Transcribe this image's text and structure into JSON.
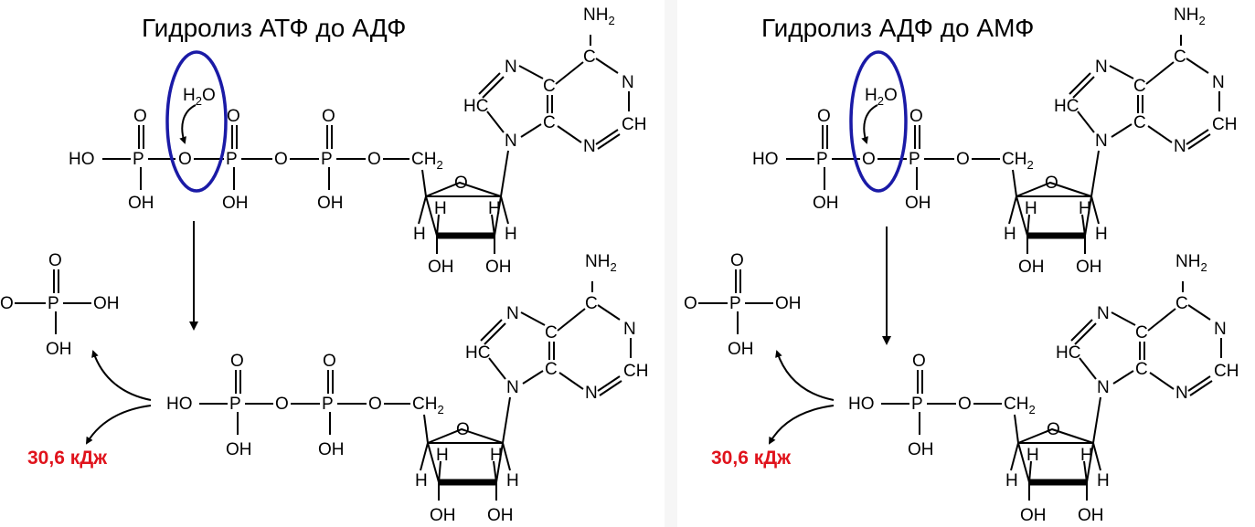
{
  "panels": [
    {
      "title": "Гидролиз АТФ до АДФ",
      "energy": "30,6 кДж"
    },
    {
      "title": "Гидролиз АДФ до АМФ",
      "energy": "30,6 кДж"
    }
  ],
  "labels": {
    "HO": "HO",
    "OH": "OH",
    "O": "O",
    "P": "P",
    "N": "N",
    "HC": "HC",
    "CH": "CH",
    "C": "C",
    "H": "H",
    "NH": "NH",
    "CH2": "CH",
    "H2O": "H",
    "O_sub": "O",
    "sub2": "2"
  },
  "colors": {
    "highlight": "#1a1aa6",
    "energy": "#e0131c"
  }
}
